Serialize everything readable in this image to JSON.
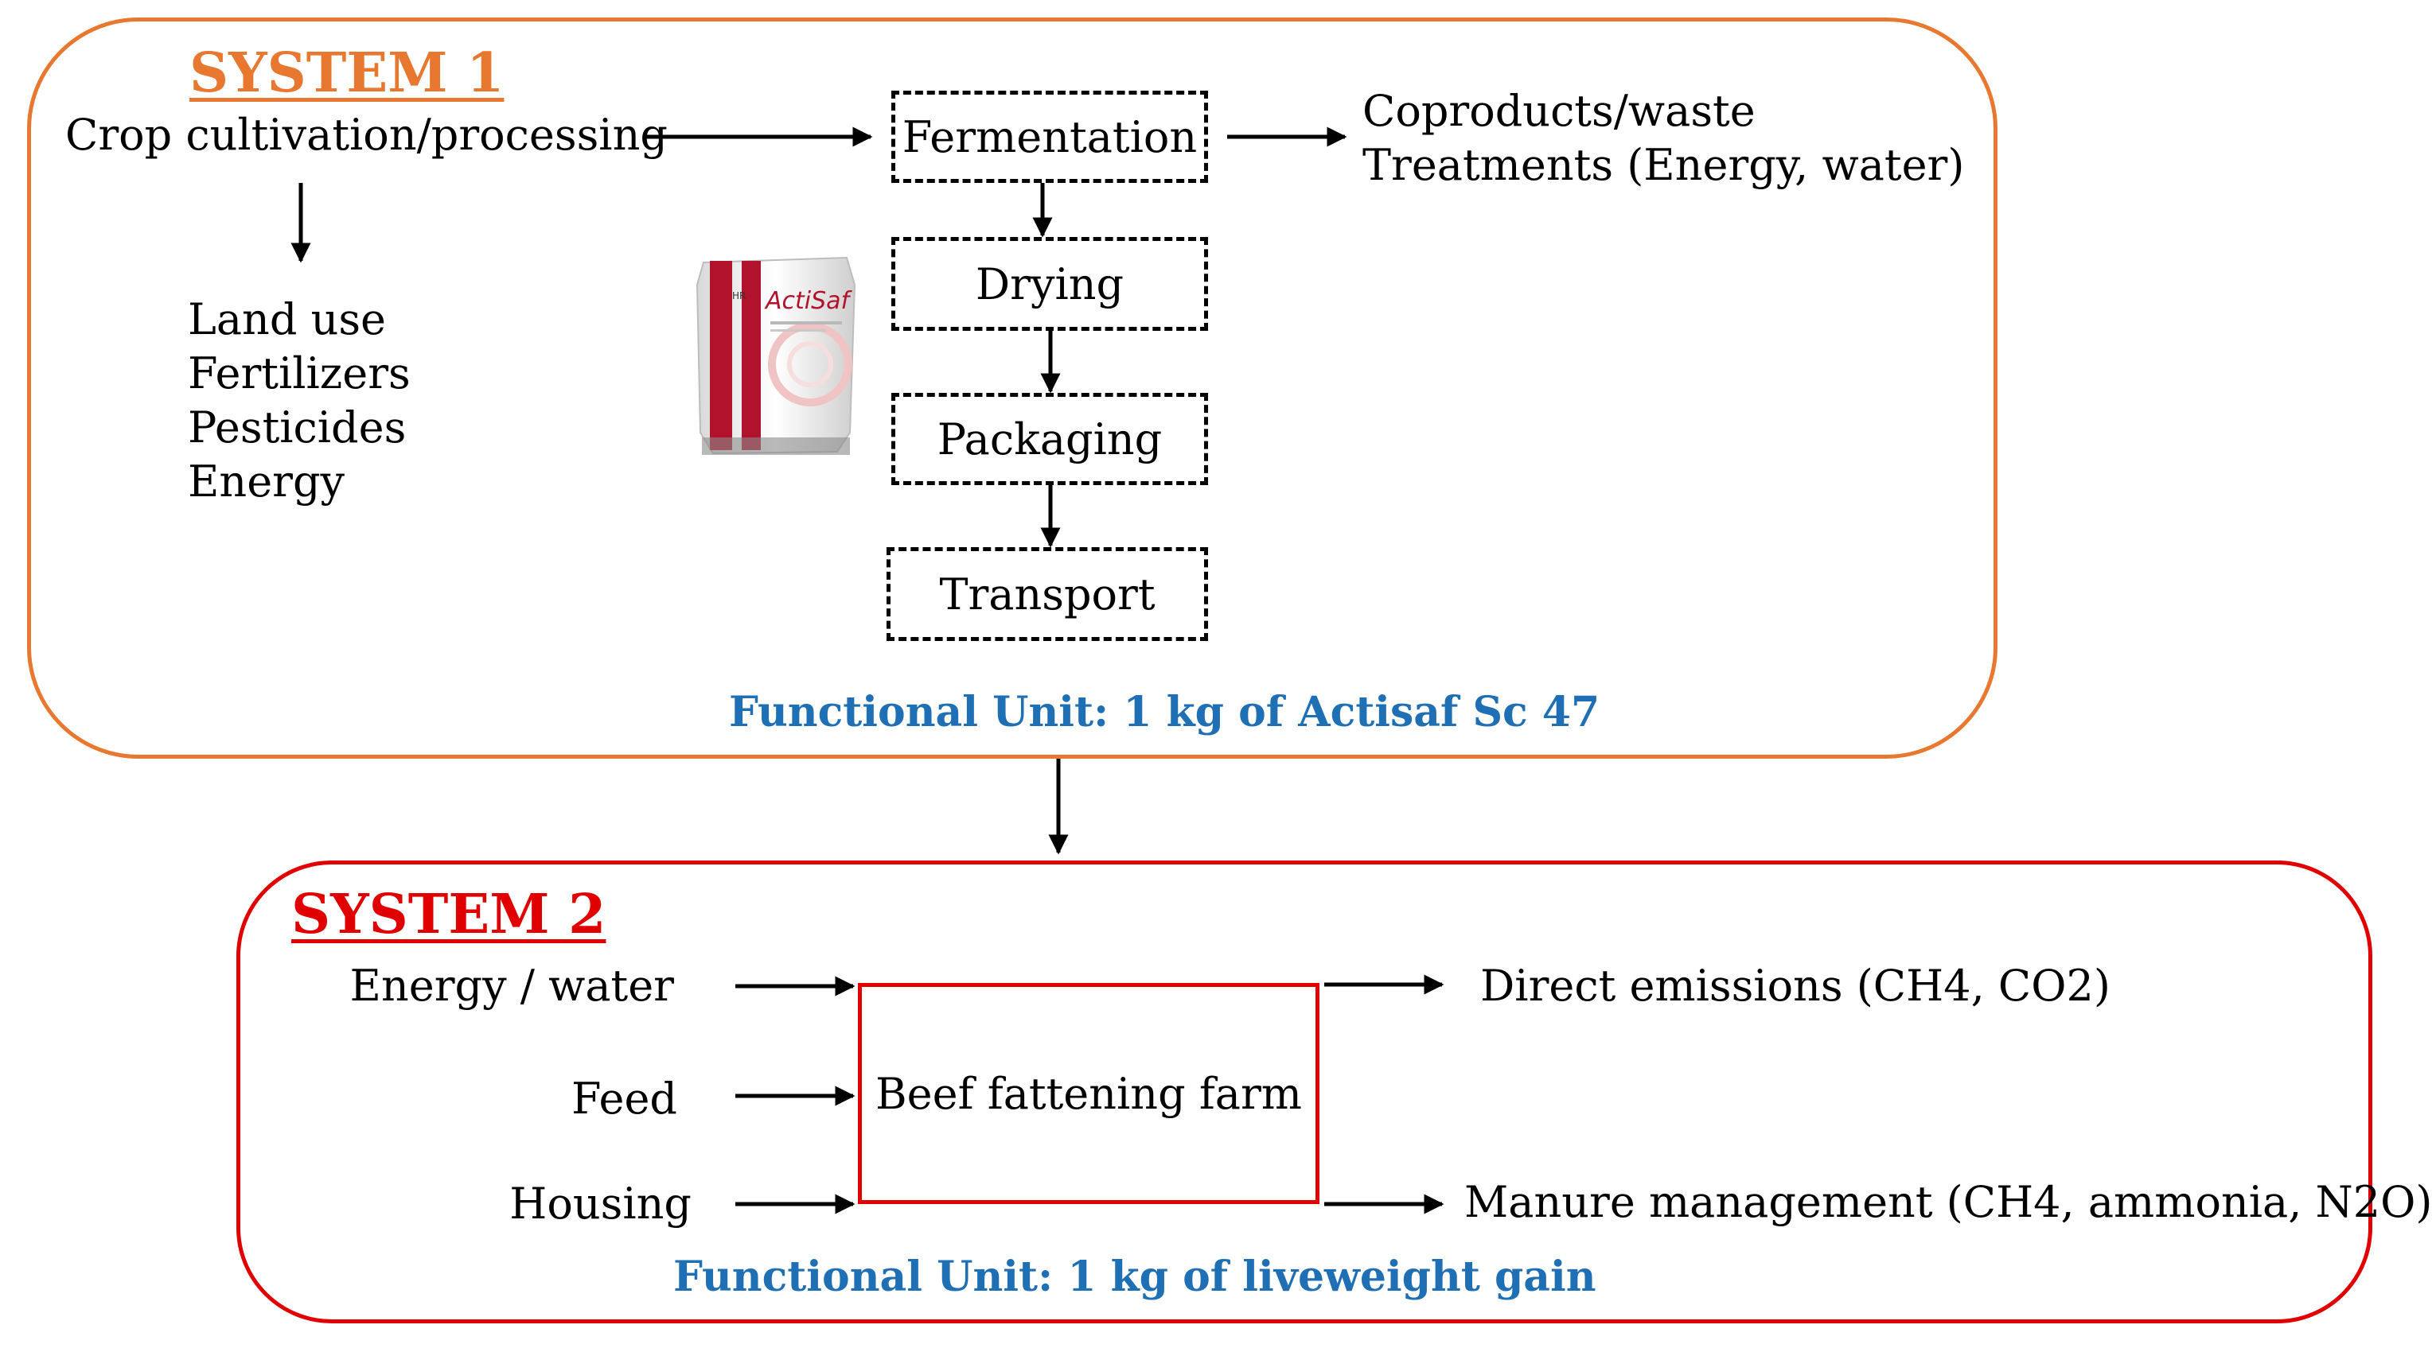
{
  "colors": {
    "system1": "#E8782F",
    "system2": "#E00000",
    "functional_unit": "#1F6FB5",
    "bag_red": "#B0132B"
  },
  "system1": {
    "title": "SYSTEM 1",
    "crop": "Crop cultivation/processing",
    "inputs": [
      "Land use",
      "Fertilizers",
      "Pesticides",
      "Energy"
    ],
    "steps": [
      "Fermentation",
      "Drying",
      "Packaging",
      "Transport"
    ],
    "outputs": [
      "Coproducts/waste",
      "Treatments (Energy, water)"
    ],
    "functional_unit": "Functional Unit: 1 kg of Actisaf Sc 47",
    "product": {
      "icon": "product-bag-icon",
      "brand_prefix": "HR",
      "brand": "ActiSaf"
    }
  },
  "system2": {
    "title": "SYSTEM 2",
    "inputs": [
      "Energy / water",
      "Feed",
      "Housing"
    ],
    "process": "Beef fattening farm",
    "outputs": [
      "Direct emissions (CH4, CO2)",
      "Manure management (CH4, ammonia, N2O)"
    ],
    "functional_unit": "Functional Unit: 1 kg of liveweight gain"
  }
}
